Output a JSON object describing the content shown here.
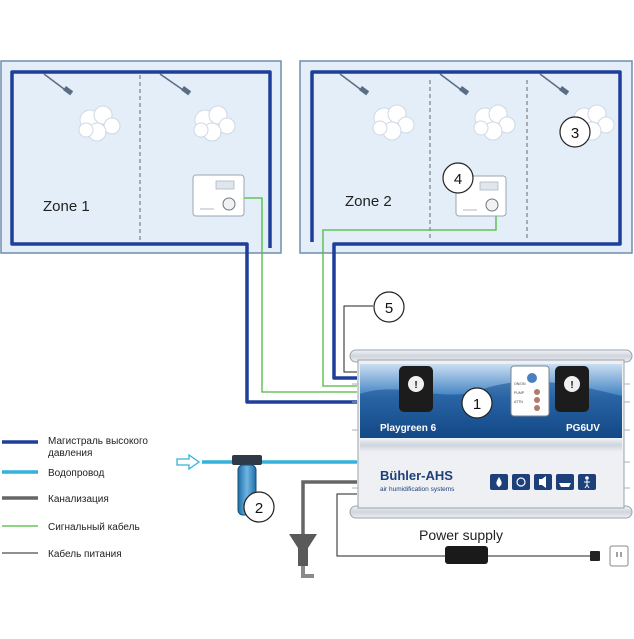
{
  "zones": [
    {
      "label": "Zone 1"
    },
    {
      "label": "Zone 2"
    }
  ],
  "callouts": [
    "1",
    "2",
    "3",
    "4",
    "5"
  ],
  "legend": [
    {
      "label_line1": "Магистраль высокого",
      "label_line2": "давления",
      "color": "#1e3f99"
    },
    {
      "label_line1": "Водопровод",
      "label_line2": "",
      "color": "#35b2dc"
    },
    {
      "label_line1": "Канализация",
      "label_line2": "",
      "color": "#666666"
    },
    {
      "label_line1": "Сигнальный кабель",
      "label_line2": "",
      "color": "#4cbb3c"
    },
    {
      "label_line1": "Кабель питания",
      "label_line2": "",
      "color": "#222222"
    }
  ],
  "unit": {
    "brand": "Bühler-AHS",
    "tagline": "air humidification systems",
    "model_left": "Playgreen 6",
    "model_right": "PG6UV",
    "pump_symbol": "!",
    "panel_texts": [
      "ON/ON",
      "PUMP",
      "ATTN"
    ],
    "icons": [
      "droplet-icon",
      "fan-icon",
      "speaker-icon",
      "bath-icon",
      "person-icon"
    ]
  },
  "power_supply": {
    "label": "Power supply"
  },
  "colors": {
    "zone_fill": "#e3eef8",
    "zone_border": "#6f8ead",
    "high_pressure": "#1e3f99",
    "water": "#35b2dc",
    "drain": "#666666",
    "signal": "#4cbb3c",
    "power": "#222222"
  }
}
